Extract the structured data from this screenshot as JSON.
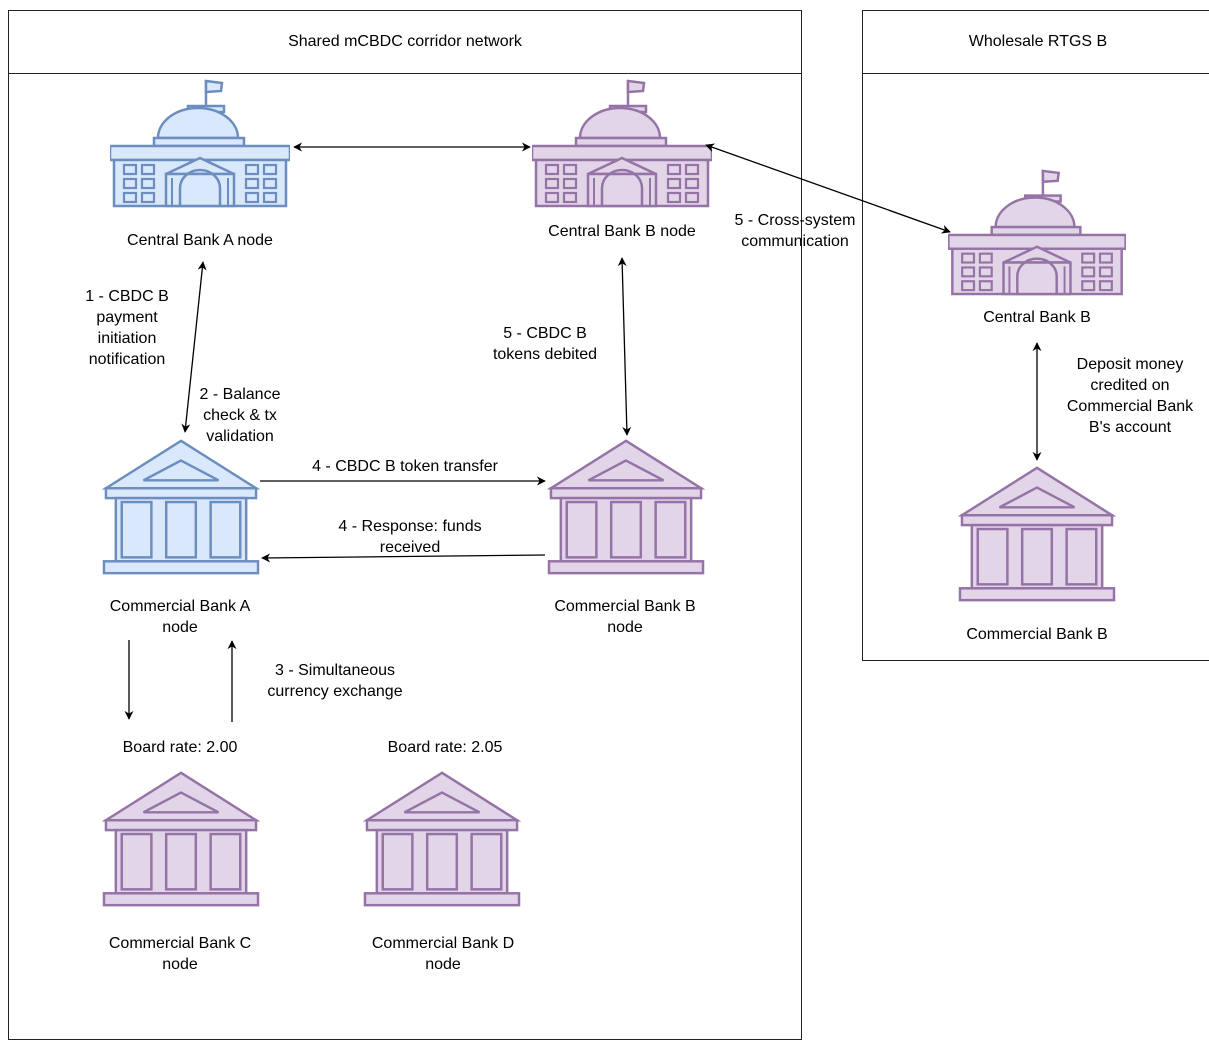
{
  "panels": {
    "corridor": {
      "title": "Shared mCBDC corridor network"
    },
    "rtgs": {
      "title": "Wholesale RTGS B"
    }
  },
  "nodes": {
    "central_bank_a": "Central Bank A node",
    "central_bank_b_node": "Central Bank B node",
    "central_bank_b": "Central Bank B",
    "commercial_bank_a_line1": "Commercial Bank A",
    "commercial_bank_a_line2": "node",
    "commercial_bank_b_node_line1": "Commercial Bank B",
    "commercial_bank_b_node_line2": "node",
    "commercial_bank_b": "Commercial Bank B",
    "commercial_bank_c_line1": "Commercial Bank C",
    "commercial_bank_c_line2": "node",
    "commercial_bank_d_line1": "Commercial Bank D",
    "commercial_bank_d_line2": "node"
  },
  "rates": {
    "bank_c": "Board rate: 2.00",
    "bank_d": "Board rate: 2.05"
  },
  "steps": {
    "s1": [
      "1 -  CBDC B",
      "payment",
      "initiation",
      "notification"
    ],
    "s2": [
      "2 -  Balance",
      "check & tx",
      "validation"
    ],
    "s3": [
      "3 -  Simultaneous",
      "currency exchange"
    ],
    "s4a": "4 -  CBDC B token transfer",
    "s4b": [
      "4 -  Response: funds",
      "received"
    ],
    "s5a": [
      "5 -  CBDC B",
      "tokens debited"
    ],
    "s5b": [
      "5 -  Cross-system",
      "communication"
    ],
    "deposit": [
      "Deposit money",
      "credited on",
      "Commercial Bank",
      "B's account"
    ]
  },
  "colors": {
    "blue_stroke": "#6c8ebf",
    "blue_fill": "#dae8fc",
    "purple_stroke": "#9673a6",
    "purple_fill": "#e1d5e7",
    "line": "#000000"
  }
}
